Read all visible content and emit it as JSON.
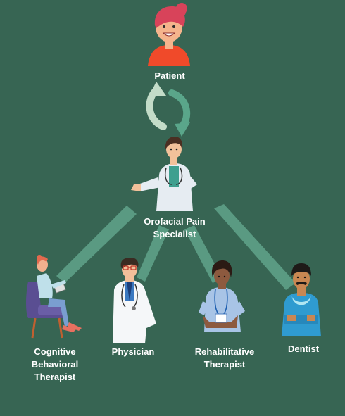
{
  "diagram": {
    "background": "#376553",
    "connector_color": "#5a9a82",
    "arrow_up_color": "#c3dcc8",
    "arrow_down_color": "#5aa68a",
    "patient": {
      "label": "Patient"
    },
    "specialist": {
      "label_lines": [
        "Orofacial Pain",
        "Specialist"
      ]
    },
    "team": [
      {
        "id": "cbt",
        "label_lines": [
          "Cognitive",
          "Behavioral",
          "Therapist"
        ]
      },
      {
        "id": "physician",
        "label_lines": [
          "Physician"
        ]
      },
      {
        "id": "rehab",
        "label_lines": [
          "Rehabilitative",
          "Therapist"
        ]
      },
      {
        "id": "dentist",
        "label_lines": [
          "Dentist"
        ]
      }
    ],
    "icons": [
      "patient-icon",
      "specialist-icon",
      "cbt-therapist-icon",
      "physician-icon",
      "rehab-therapist-icon",
      "dentist-icon",
      "cycle-arrows-icon"
    ]
  }
}
